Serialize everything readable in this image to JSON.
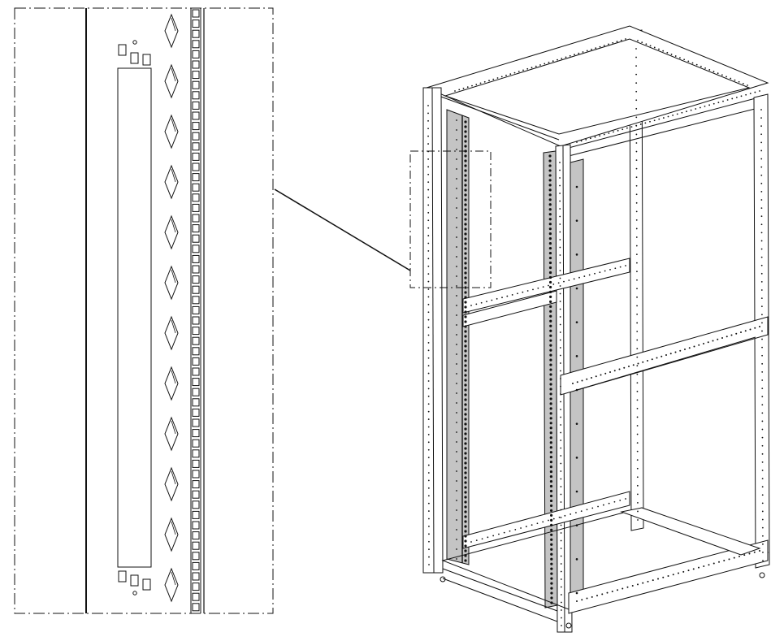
{
  "figure": {
    "type": "technical-line-drawing",
    "subject": "server-rack-frame",
    "detail_view": "vertical-mounting-rail",
    "callout_style": "dash-dot",
    "colors": {
      "line": "#111111",
      "rail_fill": "#c4c4c4",
      "background": "#ffffff"
    }
  }
}
